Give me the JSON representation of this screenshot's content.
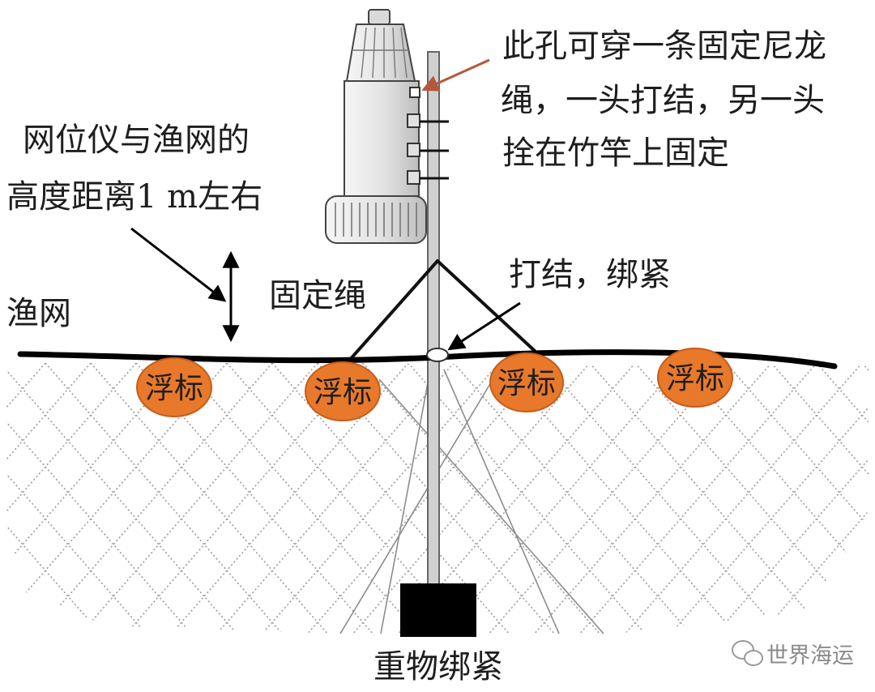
{
  "labels": {
    "hole_note": [
      "此孔可穿一条固定尼龙",
      "绳，一头打结，另一头",
      "拴在竹竿上固定"
    ],
    "height_note": [
      "网位仪与渔网的",
      "高度距离1 m左右"
    ],
    "fixing_rope": "固定绳",
    "fishing_net": "渔网",
    "knot_note": "打结，绑紧",
    "weight_note": "重物绑紧",
    "floats": [
      "浮标",
      "浮标",
      "浮标",
      "浮标"
    ]
  },
  "watermark": {
    "text": "世界海运",
    "icon": "wechat-icon"
  },
  "colors": {
    "float_fill": "#e8792b",
    "float_stroke": "#c75d1b",
    "leader_arrow": "#b5573d",
    "net_line": "#000000",
    "weight": "#000000",
    "mesh": "#9a9a9a"
  }
}
